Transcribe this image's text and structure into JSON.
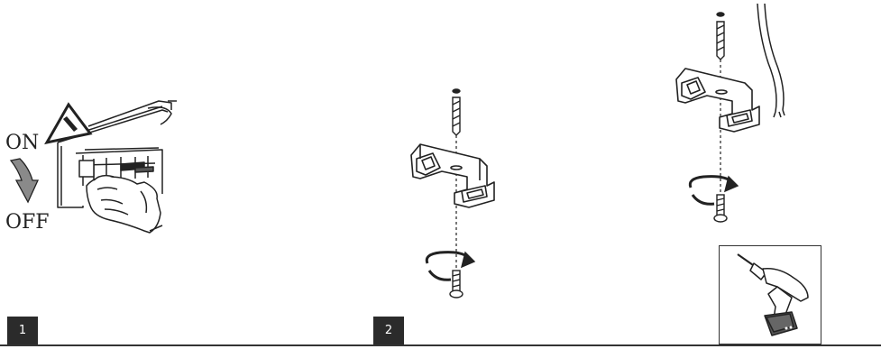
{
  "steps": [
    {
      "number": "1"
    },
    {
      "number": "2"
    }
  ],
  "switch_labels": {
    "on": "ON",
    "off": "OFF"
  },
  "icons": [
    "warning-triangle-icon",
    "circuit-breaker-panel-icon",
    "hand-icon",
    "rotation-arrow-icon",
    "wall-plug-icon",
    "screw-icon",
    "mounting-bracket-icon",
    "power-cable-icon",
    "cordless-drill-icon"
  ],
  "colors": {
    "line": "#222222",
    "badge_bg": "#2b2b2b",
    "arrow_fill": "#8a8a8a"
  }
}
